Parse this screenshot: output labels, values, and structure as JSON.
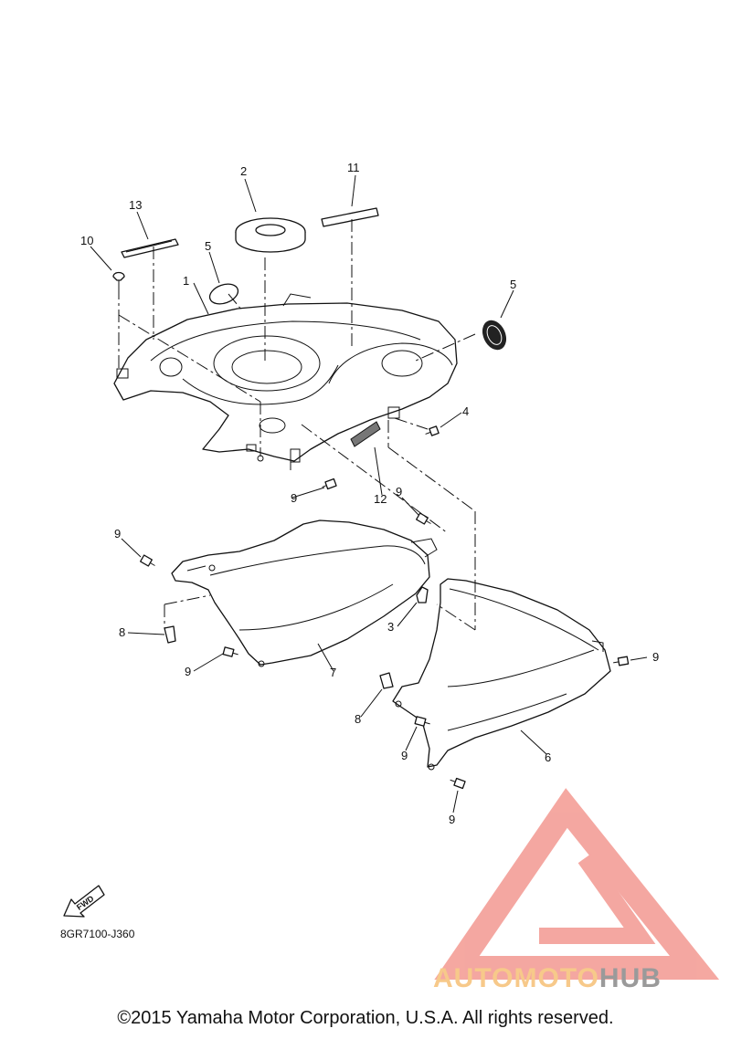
{
  "diagram": {
    "callouts": {
      "c1": "1",
      "c2": "2",
      "c3": "3",
      "c4": "4",
      "c5a": "5",
      "c5b": "5",
      "c6": "6",
      "c7": "7",
      "c8a": "8",
      "c8b": "8",
      "c9a": "9",
      "c9b": "9",
      "c9c": "9",
      "c9d": "9",
      "c9e": "9",
      "c9f": "9",
      "c9g": "9",
      "c10": "10",
      "c11": "11",
      "c12": "12",
      "c13": "13"
    },
    "fwd_label": "FWD",
    "drawing_code": "8GR7100-J360"
  },
  "logo": {
    "word1": "AUTO",
    "word2": "MOTO",
    "word3": "HUB",
    "colors": {
      "triangle": "#f4a39c",
      "auto_moto": "#f7c98a",
      "hub": "#9a9a9a"
    }
  },
  "footer": {
    "copyright": "©2015 Yamaha Motor Corporation, U.S.A. All rights reserved."
  }
}
